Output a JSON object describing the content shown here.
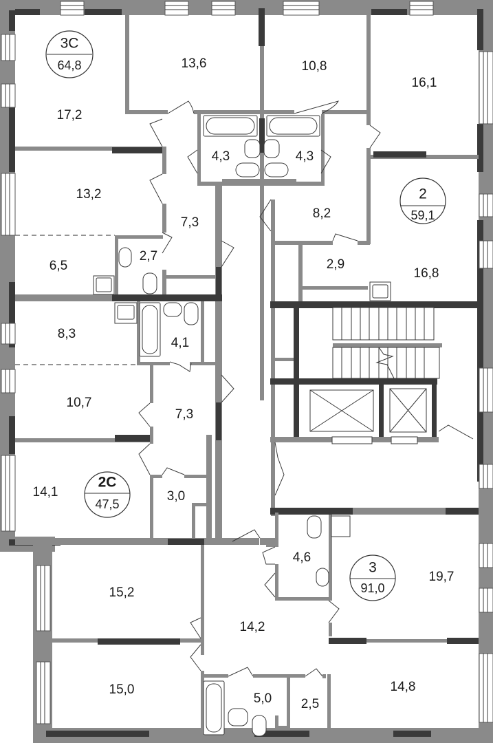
{
  "colors": {
    "wall_light": "#8a8a8a",
    "wall_dark": "#3a3a3a",
    "background": "#ffffff",
    "text": "#1a1a1a"
  },
  "apartments": [
    {
      "type": "3С",
      "area": "64,8"
    },
    {
      "type": "2",
      "area": "59,1"
    },
    {
      "type": "2С",
      "area": "47,5"
    },
    {
      "type": "3",
      "area": "91,0"
    }
  ],
  "rooms": [
    "17,2",
    "13,6",
    "10,8",
    "16,1",
    "4,3",
    "4,3",
    "13,2",
    "7,3",
    "8,2",
    "6,5",
    "2,7",
    "2,9",
    "16,8",
    "8,3",
    "4,1",
    "10,7",
    "7,3",
    "14,1",
    "3,0",
    "4,6",
    "19,7",
    "15,2",
    "14,2",
    "15,0",
    "5,0",
    "2,5",
    "14,8"
  ]
}
